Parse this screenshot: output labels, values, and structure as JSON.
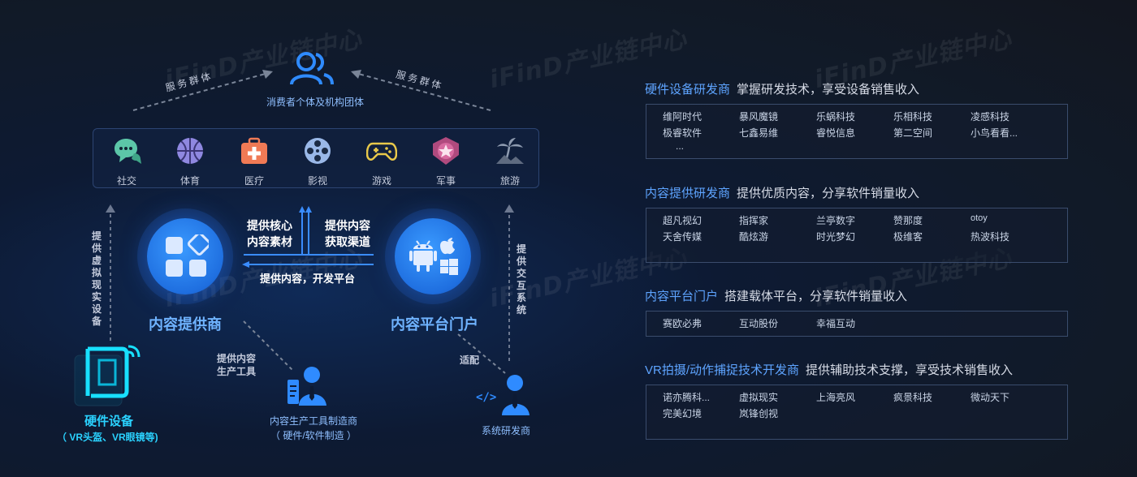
{
  "watermark": "iFinD产业链中心",
  "top": {
    "consumer": "消费者个体及机构团体",
    "serve_left": "服务群体",
    "serve_right": "服务群体"
  },
  "categories": [
    {
      "label": "社交",
      "icon": "chat-icon"
    },
    {
      "label": "体育",
      "icon": "basketball-icon"
    },
    {
      "label": "医疗",
      "icon": "medical-kit-icon"
    },
    {
      "label": "影视",
      "icon": "film-reel-icon"
    },
    {
      "label": "游戏",
      "icon": "gamepad-icon"
    },
    {
      "label": "军事",
      "icon": "military-badge-icon"
    },
    {
      "label": "旅游",
      "icon": "palm-tree-icon"
    }
  ],
  "left_hub": {
    "title": "内容提供商"
  },
  "right_hub": {
    "title": "内容平台门户"
  },
  "middle": {
    "core": [
      "提供核心",
      "内容素材"
    ],
    "channel": [
      "提供内容",
      "获取渠道"
    ],
    "dev_platform": "提供内容，开发平台"
  },
  "side_left": "提供虚拟现实设备",
  "side_right": "提供交互系统",
  "hardware": {
    "title": "硬件设备",
    "subtitle": "（ VR头盔、VR眼镜等)"
  },
  "tool_label": [
    "提供内容",
    "生产工具"
  ],
  "tool_maker": [
    "内容生产工具制造商",
    "（ 硬件/软件制造 ）"
  ],
  "adapt_label": "适配",
  "system_dev": "系统研发商",
  "sections": [
    {
      "highlight": "硬件设备研发商",
      "desc": "掌握研发技术，享受设备销售收入",
      "rows": [
        [
          "维阿时代",
          "暴风魔镜",
          "乐蜗科技",
          "乐相科技",
          "凌感科技"
        ],
        [
          "极睿软件",
          "七鑫易维",
          "睿悦信息",
          "第二空间",
          "小鸟看看..."
        ],
        [
          "..."
        ]
      ]
    },
    {
      "highlight": "内容提供研发商",
      "desc": "提供优质内容，分享软件销量收入",
      "rows": [
        [
          "超凡视幻",
          "指挥家",
          "兰亭数字",
          "赞那度",
          "otoy"
        ],
        [
          "天舍传媒",
          "酷炫游",
          "时光梦幻",
          "极维客",
          "热波科技"
        ]
      ]
    },
    {
      "highlight": "内容平台门户",
      "desc": "搭建载体平台，分享软件销量收入",
      "rows": [
        [
          "赛欧必弗",
          "互动股份",
          "幸福互动"
        ]
      ]
    },
    {
      "highlight": "VR拍摄/动作捕捉技术开发商",
      "desc": "提供辅助技术支撑，享受技术销售收入",
      "rows": [
        [
          "诺亦腾科...",
          "虚拟现实",
          "上海亮风",
          "疯景科技",
          "微动天下"
        ],
        [
          "完美幻境",
          "岚锋创视"
        ]
      ]
    }
  ]
}
